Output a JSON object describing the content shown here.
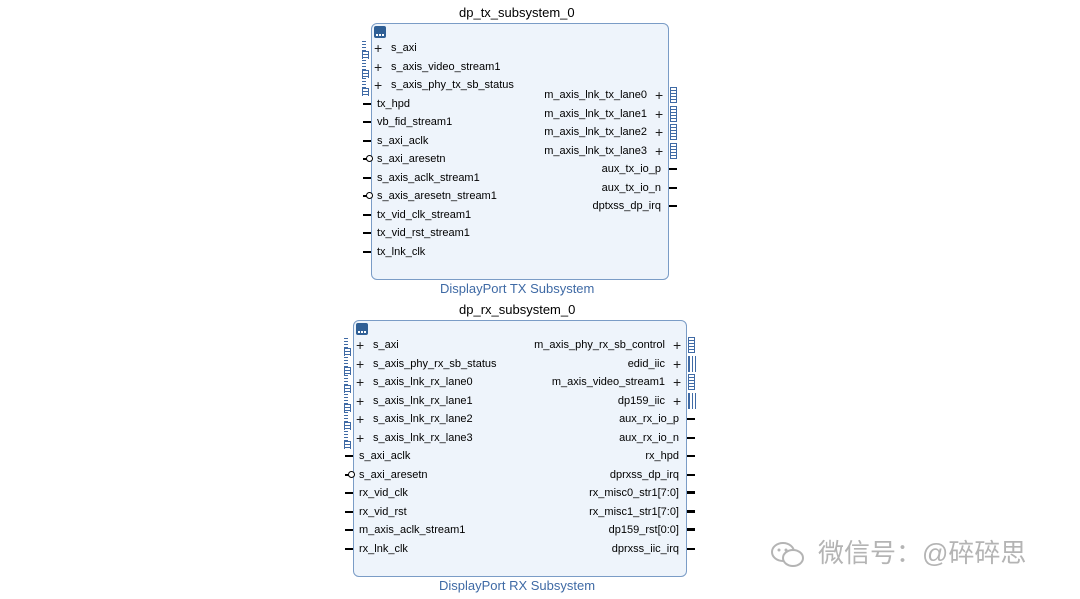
{
  "tx": {
    "instance_name": "dp_tx_subsystem_0",
    "description": "DisplayPort TX Subsystem",
    "left_ports": [
      {
        "label": "s_axi",
        "kind": "bus"
      },
      {
        "label": "s_axis_video_stream1",
        "kind": "bus"
      },
      {
        "label": "s_axis_phy_tx_sb_status",
        "kind": "bus"
      },
      {
        "label": "tx_hpd",
        "kind": "wire"
      },
      {
        "label": "vb_fid_stream1",
        "kind": "wire"
      },
      {
        "label": "s_axi_aclk",
        "kind": "wire"
      },
      {
        "label": "s_axi_aresetn",
        "kind": "neg"
      },
      {
        "label": "s_axis_aclk_stream1",
        "kind": "wire"
      },
      {
        "label": "s_axis_aresetn_stream1",
        "kind": "neg"
      },
      {
        "label": "tx_vid_clk_stream1",
        "kind": "wire"
      },
      {
        "label": "tx_vid_rst_stream1",
        "kind": "wire"
      },
      {
        "label": "tx_lnk_clk",
        "kind": "wire"
      }
    ],
    "right_ports": [
      {
        "label": "m_axis_lnk_tx_lane0",
        "kind": "bus"
      },
      {
        "label": "m_axis_lnk_tx_lane1",
        "kind": "bus"
      },
      {
        "label": "m_axis_lnk_tx_lane2",
        "kind": "bus"
      },
      {
        "label": "m_axis_lnk_tx_lane3",
        "kind": "bus"
      },
      {
        "label": "aux_tx_io_p",
        "kind": "wire"
      },
      {
        "label": "aux_tx_io_n",
        "kind": "wire"
      },
      {
        "label": "dptxss_dp_irq",
        "kind": "wire"
      }
    ]
  },
  "rx": {
    "instance_name": "dp_rx_subsystem_0",
    "description": "DisplayPort RX Subsystem",
    "left_ports": [
      {
        "label": "s_axi",
        "kind": "bus"
      },
      {
        "label": "s_axis_phy_rx_sb_status",
        "kind": "bus"
      },
      {
        "label": "s_axis_lnk_rx_lane0",
        "kind": "bus"
      },
      {
        "label": "s_axis_lnk_rx_lane1",
        "kind": "bus"
      },
      {
        "label": "s_axis_lnk_rx_lane2",
        "kind": "bus"
      },
      {
        "label": "s_axis_lnk_rx_lane3",
        "kind": "bus"
      },
      {
        "label": "s_axi_aclk",
        "kind": "wire"
      },
      {
        "label": "s_axi_aresetn",
        "kind": "neg"
      },
      {
        "label": "rx_vid_clk",
        "kind": "wire"
      },
      {
        "label": "rx_vid_rst",
        "kind": "wire"
      },
      {
        "label": "m_axis_aclk_stream1",
        "kind": "wire"
      },
      {
        "label": "rx_lnk_clk",
        "kind": "wire"
      }
    ],
    "right_ports": [
      {
        "label": "m_axis_phy_rx_sb_control",
        "kind": "bus"
      },
      {
        "label": "edid_iic",
        "kind": "bus-iic"
      },
      {
        "label": "m_axis_video_stream1",
        "kind": "bus"
      },
      {
        "label": "dp159_iic",
        "kind": "bus-iic"
      },
      {
        "label": "aux_rx_io_p",
        "kind": "wire"
      },
      {
        "label": "aux_rx_io_n",
        "kind": "wire"
      },
      {
        "label": "rx_hpd",
        "kind": "wire"
      },
      {
        "label": "dprxss_dp_irq",
        "kind": "wire"
      },
      {
        "label": "rx_misc0_str1[7:0]",
        "kind": "vec"
      },
      {
        "label": "rx_misc1_str1[7:0]",
        "kind": "vec"
      },
      {
        "label": "dp159_rst[0:0]",
        "kind": "vec"
      },
      {
        "label": "dprxss_iic_irq",
        "kind": "wire"
      }
    ]
  },
  "watermark": "微信号：@碎碎思",
  "colors": {
    "block_fill": "#eef4fb",
    "block_border": "#7a9cc6",
    "description": "#3f6aa5",
    "collapse_button": "#2f5f95"
  }
}
